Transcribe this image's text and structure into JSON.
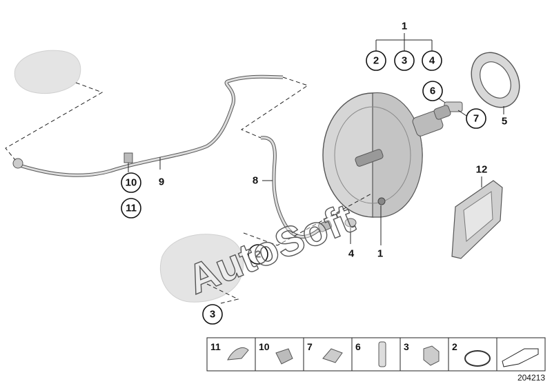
{
  "callouts": {
    "c1_top": "1",
    "c2_top": "2",
    "c3_top": "3",
    "c4_top": "4",
    "c5": "5",
    "c6": "6",
    "c7": "7",
    "c8": "8",
    "c9": "9",
    "c10": "10",
    "c11": "11",
    "c12": "12",
    "c2_mid": "2",
    "c3_bottom": "3",
    "c4_bottom": "4",
    "c1_bottom": "1"
  },
  "watermark": "AutoSoft",
  "legend": {
    "cells": [
      "11",
      "10",
      "7",
      "6",
      "3",
      "2"
    ]
  },
  "document_number": "204213"
}
